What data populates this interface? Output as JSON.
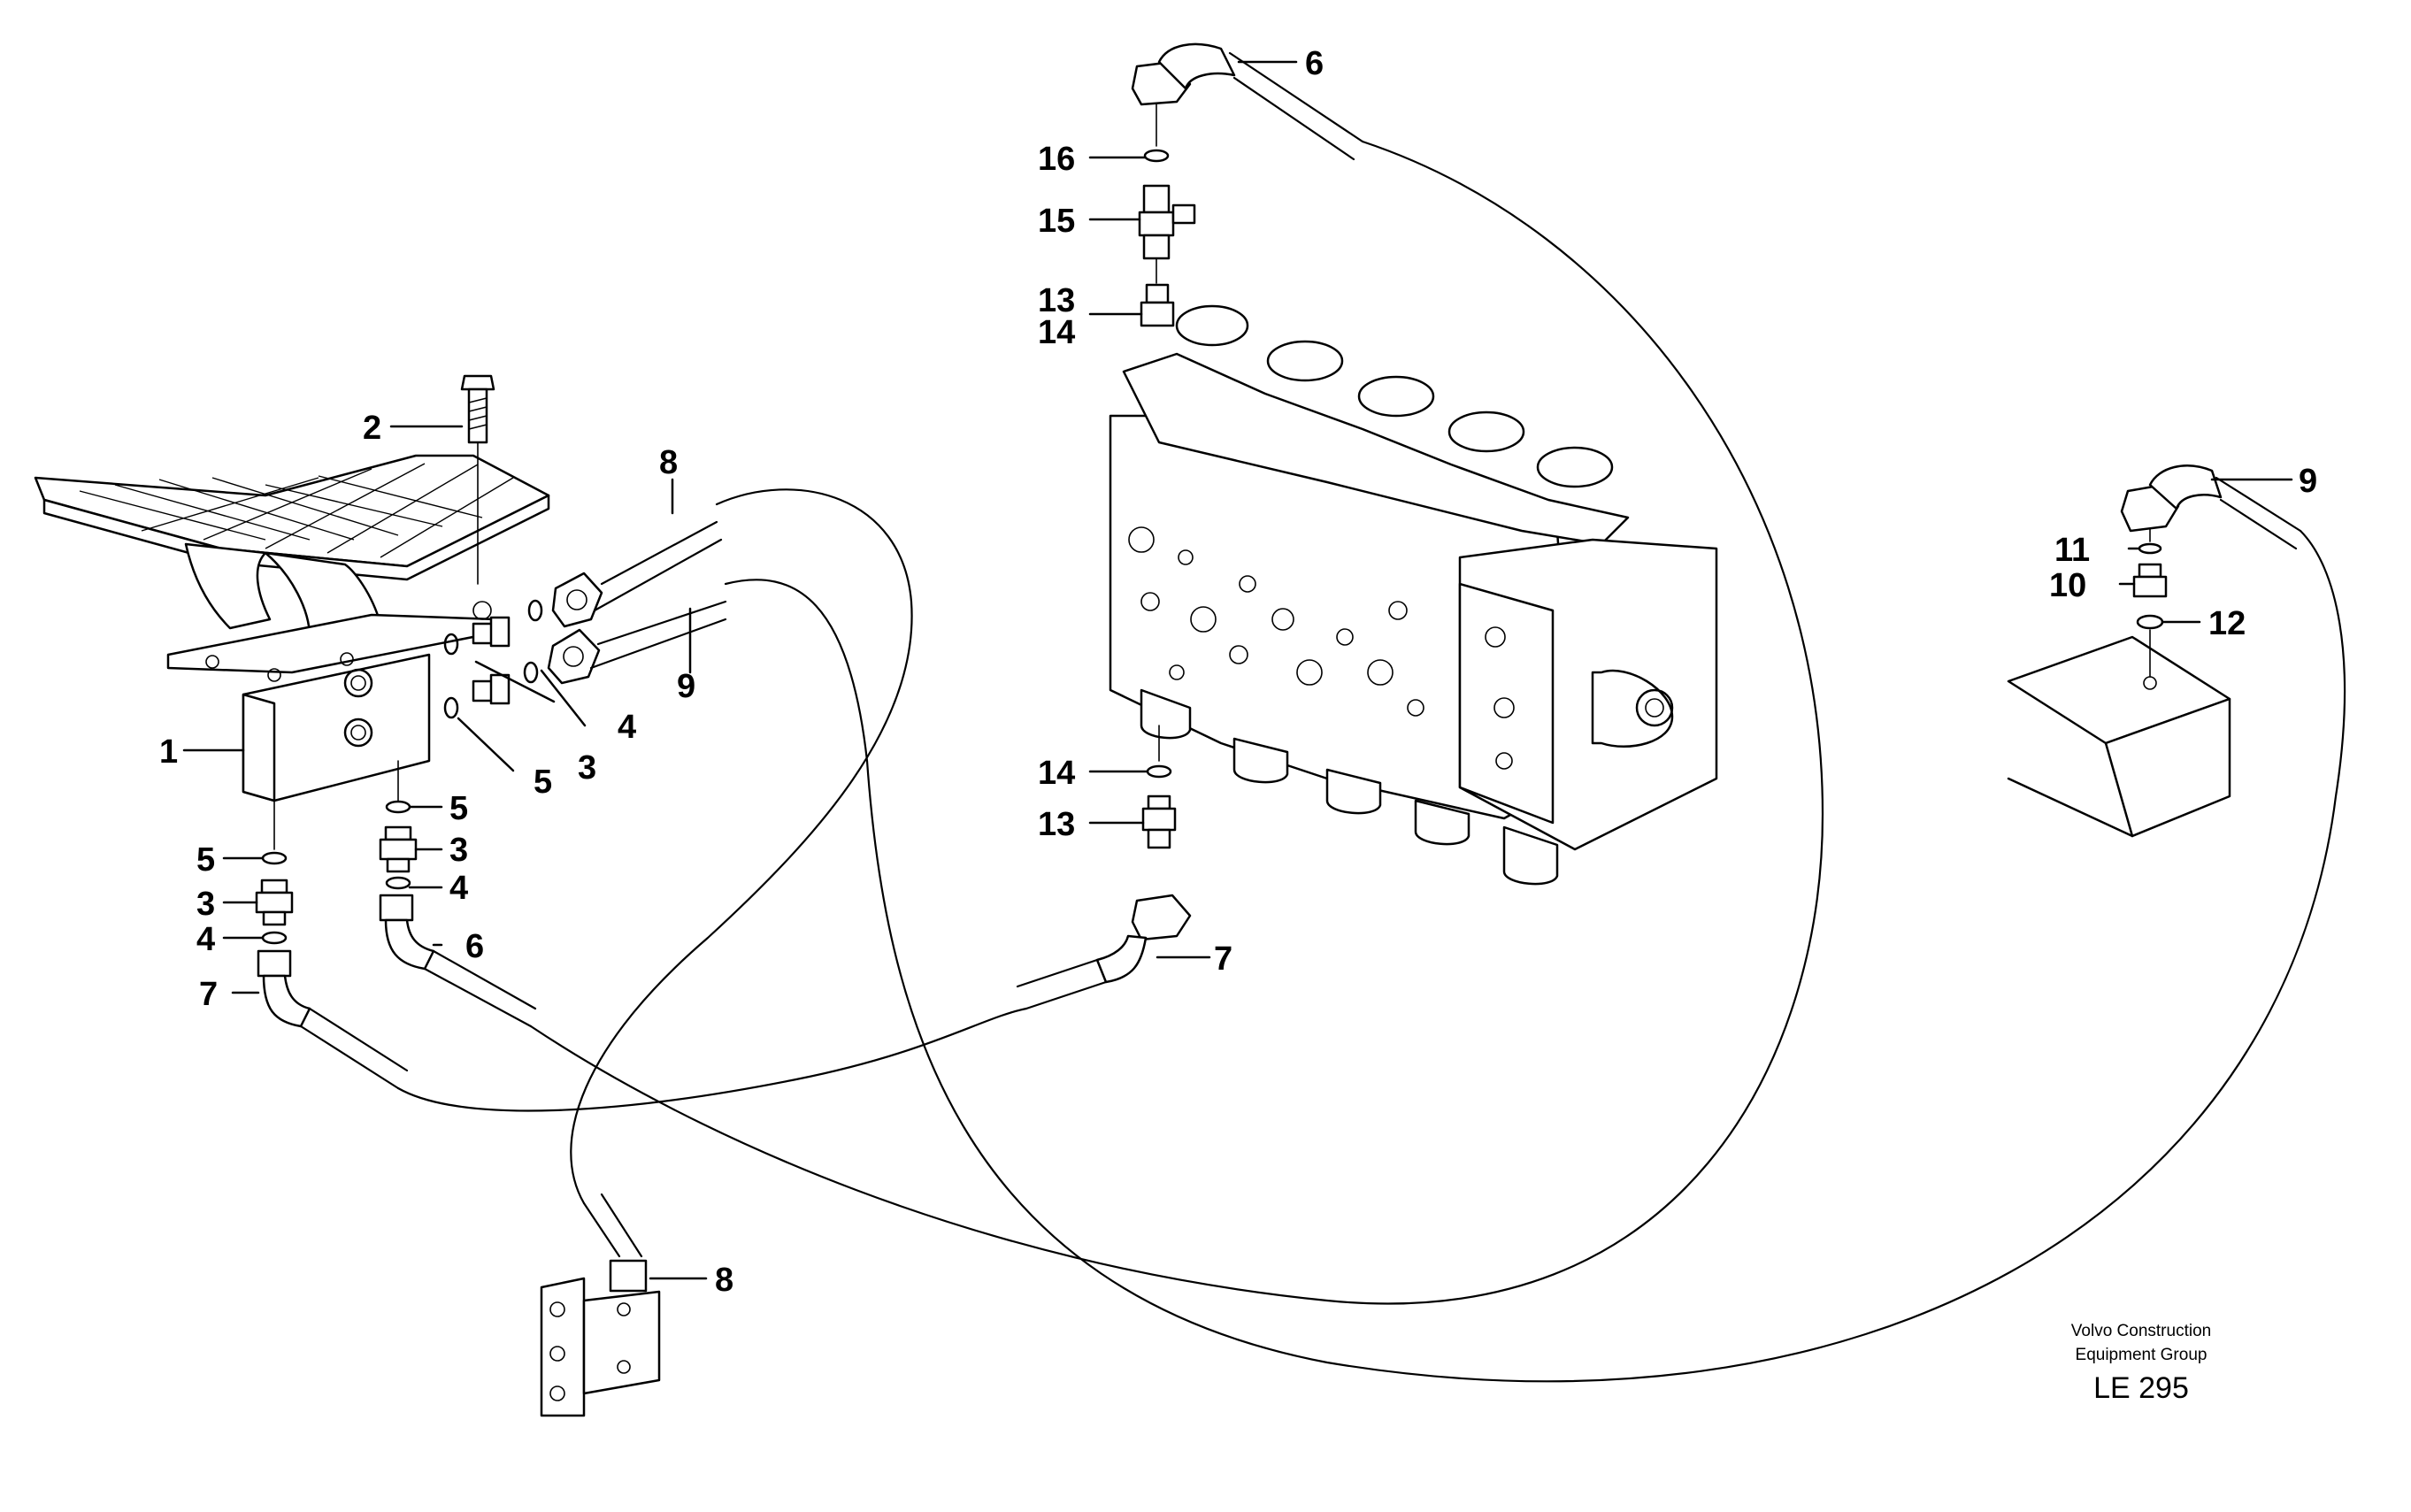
{
  "callouts": [
    {
      "id": "pedal-valve",
      "text": "1"
    },
    {
      "id": "bolt",
      "text": "2"
    },
    {
      "id": "nipple-a",
      "text": "3"
    },
    {
      "id": "nipple-b",
      "text": "3"
    },
    {
      "id": "nipple-c",
      "text": "3"
    },
    {
      "id": "seal-a",
      "text": "4"
    },
    {
      "id": "seal-b",
      "text": "4"
    },
    {
      "id": "seal-c",
      "text": "4"
    },
    {
      "id": "oring-a",
      "text": "5"
    },
    {
      "id": "oring-b",
      "text": "5"
    },
    {
      "id": "oring-c",
      "text": "5"
    },
    {
      "id": "hose-6-top",
      "text": "6"
    },
    {
      "id": "hose-6-low",
      "text": "6"
    },
    {
      "id": "hose-7-left",
      "text": "7"
    },
    {
      "id": "hose-7-mid",
      "text": "7"
    },
    {
      "id": "hose-8-top",
      "text": "8"
    },
    {
      "id": "hose-8-low",
      "text": "8"
    },
    {
      "id": "hose-9-left",
      "text": "9"
    },
    {
      "id": "hose-9-right",
      "text": "9"
    },
    {
      "id": "nipple-10",
      "text": "10"
    },
    {
      "id": "oring-11",
      "text": "11"
    },
    {
      "id": "washer-12",
      "text": "12"
    },
    {
      "id": "nipple-13-top",
      "text": "13"
    },
    {
      "id": "oring-14-top",
      "text": "14"
    },
    {
      "id": "oring-14-low",
      "text": "14"
    },
    {
      "id": "nipple-13-low",
      "text": "13"
    },
    {
      "id": "tee-15",
      "text": "15"
    },
    {
      "id": "oring-16",
      "text": "16"
    }
  ],
  "credit": {
    "line1": "Volvo Construction",
    "line2": "Equipment Group",
    "reference": "LE 295"
  }
}
